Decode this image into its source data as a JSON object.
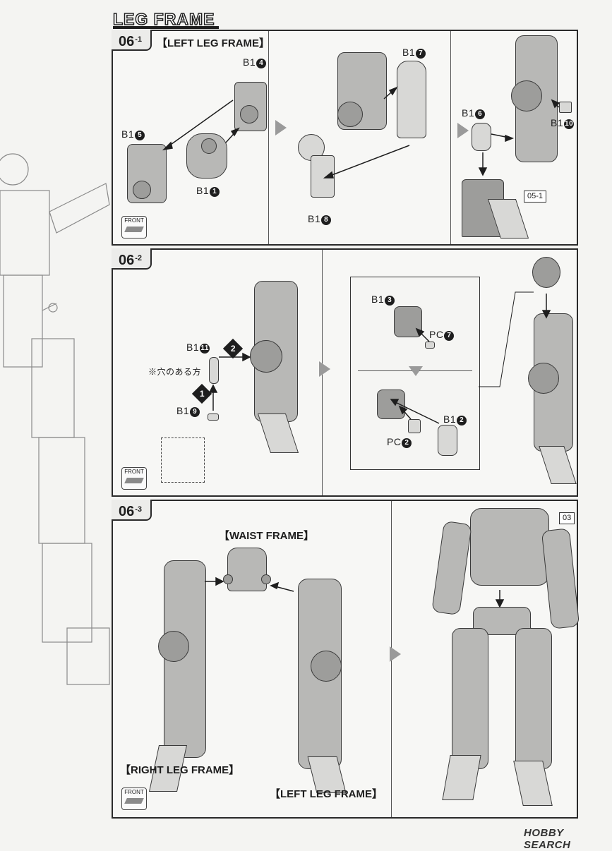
{
  "page": {
    "title": "LEG FRAME"
  },
  "step_061": {
    "tab_main": "06",
    "tab_sub": "-1",
    "heading": "【LEFT LEG FRAME】",
    "parts": {
      "b14": {
        "prefix": "B1",
        "num": "4"
      },
      "b15": {
        "prefix": "B1",
        "num": "5"
      },
      "b11": {
        "prefix": "B1",
        "num": "1"
      },
      "b17": {
        "prefix": "B1",
        "num": "7"
      },
      "b18": {
        "prefix": "B1",
        "num": "8"
      },
      "b16": {
        "prefix": "B1",
        "num": "6"
      },
      "b110": {
        "prefix": "B1",
        "num": "10"
      }
    },
    "ref": "05-1",
    "front": "FRONT"
  },
  "step_062": {
    "tab_main": "06",
    "tab_sub": "-2",
    "parts": {
      "b111": {
        "prefix": "B1",
        "num": "11"
      },
      "b19": {
        "prefix": "B1",
        "num": "9"
      },
      "b13": {
        "prefix": "B1",
        "num": "3"
      },
      "pc7": {
        "prefix": "PC",
        "num": "7"
      },
      "pc2": {
        "prefix": "PC",
        "num": "2"
      },
      "b12": {
        "prefix": "B1",
        "num": "2"
      }
    },
    "note": "※穴のある方",
    "step_one": "1",
    "step_two": "2",
    "front": "FRONT"
  },
  "step_063": {
    "tab_main": "06",
    "tab_sub": "-3",
    "waist": "【WAIST FRAME】",
    "right_leg": "【RIGHT LEG FRAME】",
    "left_leg": "【LEFT LEG FRAME】",
    "ref": "03",
    "front": "FRONT"
  },
  "watermark": "HOBBY SEARCH"
}
